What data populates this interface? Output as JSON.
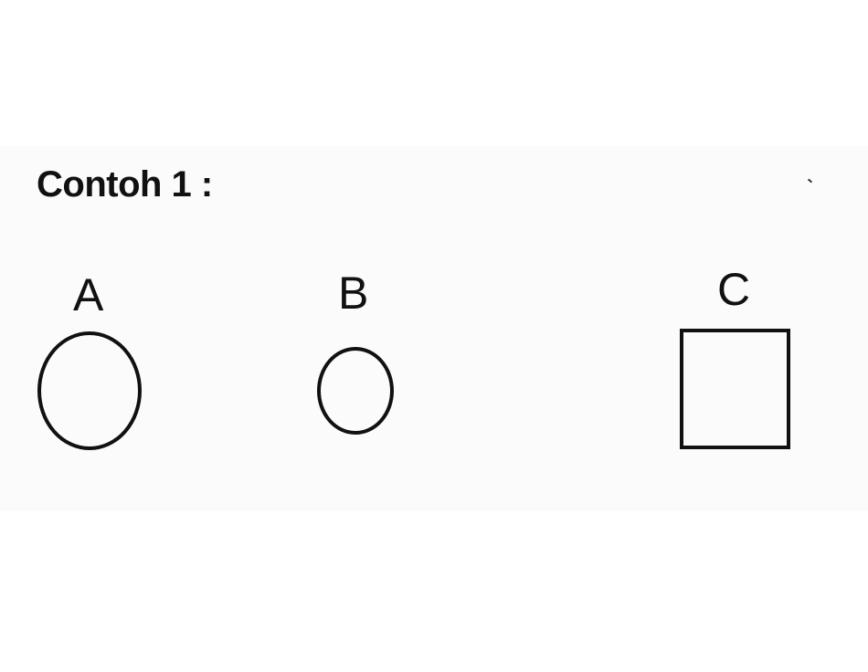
{
  "title": "Contoh 1 :",
  "options": [
    {
      "label": "A",
      "shape": "large-circle"
    },
    {
      "label": "B",
      "shape": "small-circle"
    },
    {
      "label": "C",
      "shape": "square"
    }
  ]
}
